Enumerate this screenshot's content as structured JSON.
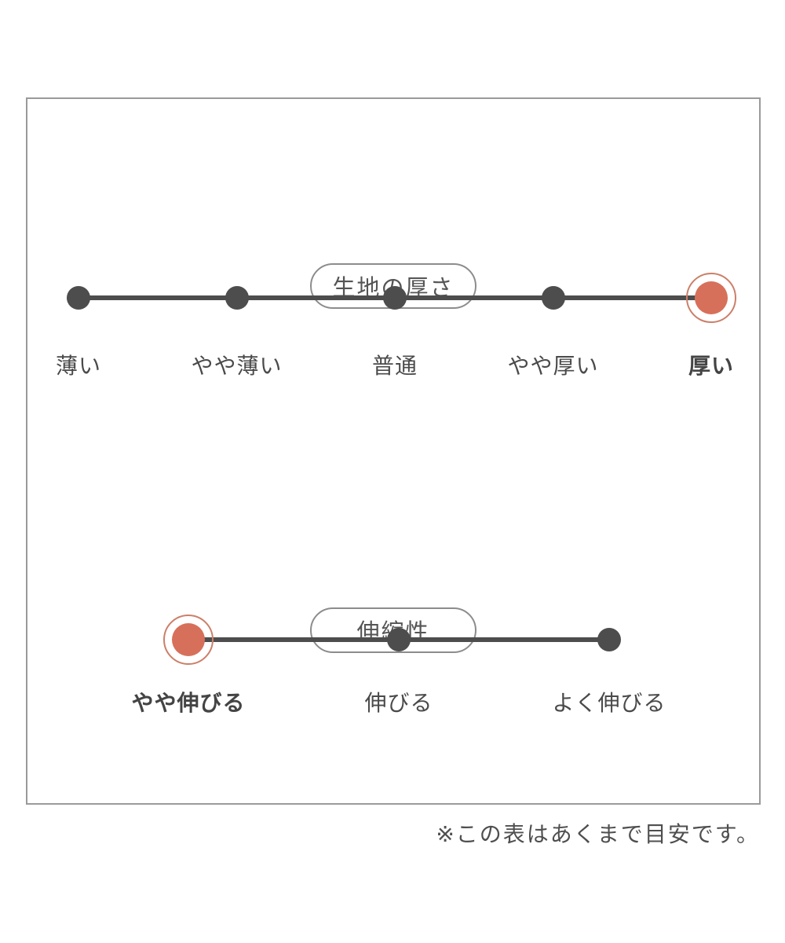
{
  "colors": {
    "accent": "#d7705a",
    "ring": "#cc7f69",
    "line": "#4d4d4d",
    "label_text": "#4a4a4a",
    "pill_border": "#8c8c8c",
    "panel_border": "#9a9a9a"
  },
  "scales": [
    {
      "title": "生地の厚さ",
      "labels": [
        "薄い",
        "やや薄い",
        "普通",
        "やや厚い",
        "厚い"
      ],
      "selected_index": 4,
      "selected_label": "厚い"
    },
    {
      "title": "伸縮性",
      "labels": [
        "やや伸びる",
        "伸びる",
        "よく伸びる"
      ],
      "selected_index": 0,
      "selected_label": "やや伸びる"
    }
  ],
  "note": "※この表はあくまで目安です。"
}
